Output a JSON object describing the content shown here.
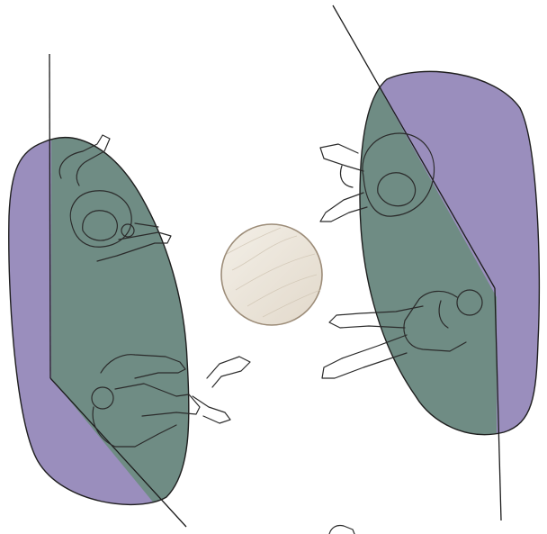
{
  "colors": {
    "background": "#ffffff",
    "zone_outer": "#9a8ebd",
    "zone_inner": "#6f8c84",
    "zone_border": "#1f1f1f",
    "table_fill": "#ede7dc",
    "table_border": "#9c8c78",
    "figure_stroke": "#2b2b2b"
  },
  "scene": {
    "zones": [
      "left-zone",
      "right-zone"
    ],
    "figures": 4,
    "center_object": "round-table"
  }
}
